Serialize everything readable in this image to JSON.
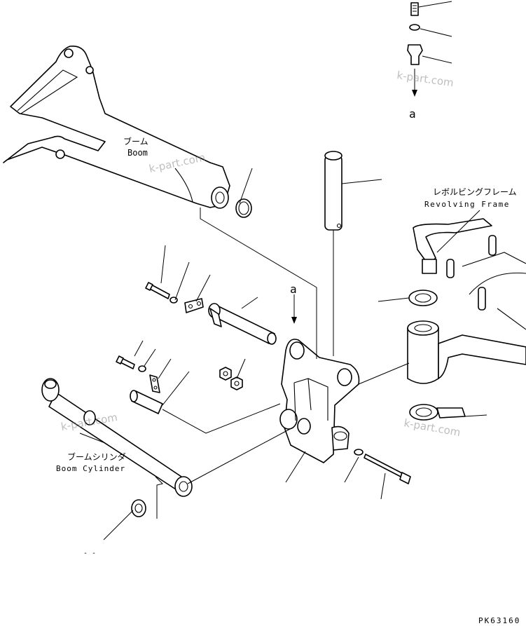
{
  "labels": {
    "boom_jp": "ブーム",
    "boom_en": "Boom",
    "frame_jp": "レボルビングフレーム",
    "frame_en": "Revolving Frame",
    "cylinder_jp": "ブームシリンダ",
    "cylinder_en": "Boom Cylinder",
    "view_marker_top": "a",
    "view_marker_bracket": "a",
    "drawing_code": "PK63160",
    "stray_mark": "- -"
  },
  "watermarks": [
    "k-part.com",
    "k-part.com",
    "k-part.com",
    "k-part.com"
  ]
}
